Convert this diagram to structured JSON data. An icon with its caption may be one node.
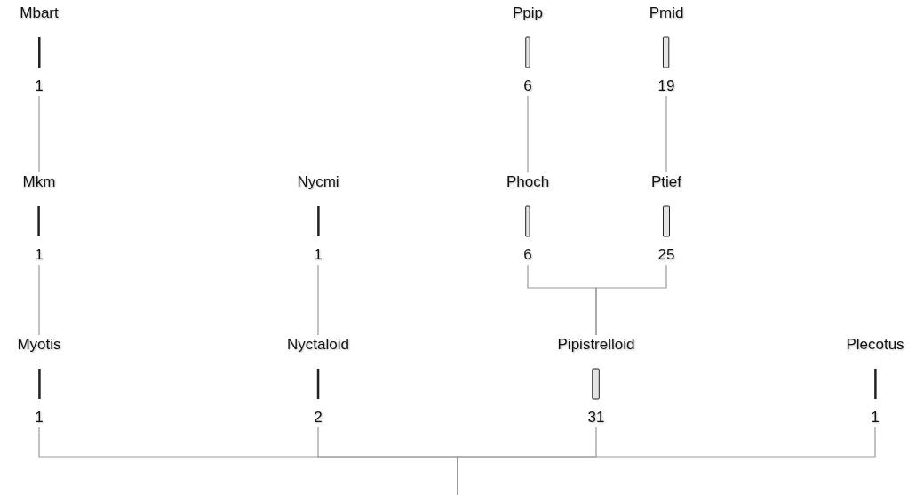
{
  "diagram": {
    "nodes": [
      {
        "text": [
          "Mbart",
          "1"
        ]
      },
      {
        "text": [
          "Ppip",
          "6"
        ]
      },
      {
        "text": [
          "Pmid",
          "19"
        ]
      },
      {
        "text": [
          "Mkm",
          "1"
        ]
      },
      {
        "text": [
          "Nycmi",
          "1"
        ]
      },
      {
        "text": [
          "Phoch",
          "6"
        ]
      },
      {
        "text": [
          "Ptief",
          "25"
        ]
      },
      {
        "text": [
          "Myotis",
          "1"
        ]
      },
      {
        "text": [
          "Nyctaloid",
          "2"
        ]
      },
      {
        "text": [
          "Pipistrelloid",
          "31"
        ]
      },
      {
        "text": [
          "Plecotus",
          "1"
        ]
      }
    ],
    "edges": [
      {
        "from": 7,
        "to": 3,
        "arrow": "none"
      },
      {
        "from": 3,
        "to": 0,
        "arrow": "none"
      },
      {
        "from": 8,
        "to": 4,
        "arrow": "none"
      },
      {
        "from": 9,
        "to": 5,
        "arrow": "none"
      },
      {
        "from": 9,
        "to": 6,
        "arrow": "none"
      },
      {
        "from": 5,
        "to": 1,
        "arrow": "none"
      },
      {
        "from": 6,
        "to": 2,
        "arrow": "none"
      },
      {
        "from": null,
        "to": 7,
        "arrow": "none"
      },
      {
        "from": null,
        "to": 8,
        "arrow": "none"
      },
      {
        "from": null,
        "to": 9,
        "arrow": "none"
      },
      {
        "from": null,
        "to": 10,
        "arrow": "none"
      }
    ]
  }
}
